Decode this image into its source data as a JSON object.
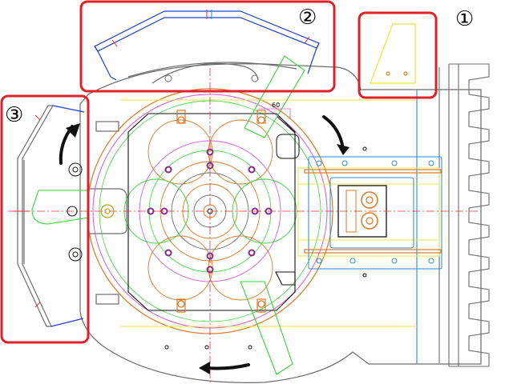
{
  "callouts": [
    {
      "id": "1",
      "text": "①"
    },
    {
      "id": "2",
      "text": "②"
    },
    {
      "id": "3",
      "text": "③"
    }
  ],
  "dimension_text": "60",
  "colors": {
    "highlight_box": "#e0202a",
    "outline": "#6c6c6c",
    "blue_part": "#1d3fd1",
    "center_line": "#e03030",
    "green": "#3ad13a",
    "yellow": "#e8e840",
    "orange": "#d97a26",
    "magenta": "#d060d0",
    "purple": "#8a2a8a",
    "cyan": "#2a8ad9",
    "arrow": "#111111"
  }
}
